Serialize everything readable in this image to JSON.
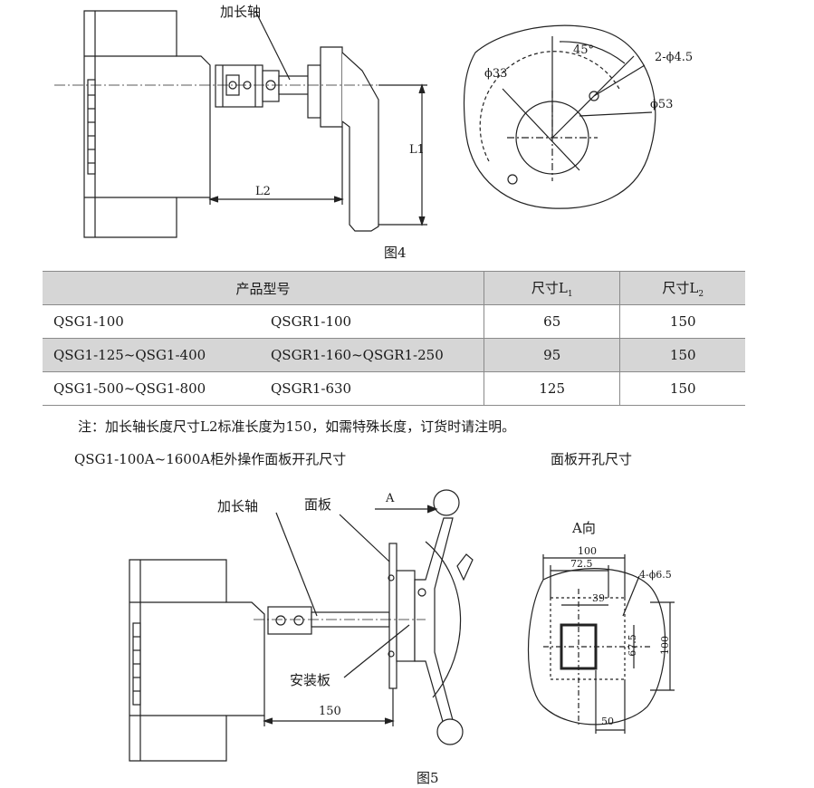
{
  "figure4": {
    "label_shaft": "加长轴",
    "label_L1": "L1",
    "label_L2": "L2",
    "label_45": "45°",
    "label_2phi45": "2-ϕ4.5",
    "label_phi33": "ϕ33",
    "label_phi53": "ϕ53",
    "caption": "图4"
  },
  "table": {
    "header": {
      "model": "产品型号",
      "l1": "尺寸L",
      "l1_sub": "1",
      "l2": "尺寸L",
      "l2_sub": "2"
    },
    "rows": [
      {
        "model_a": "QSG1-100",
        "model_b": "QSGR1-100",
        "l1": "65",
        "l2": "150"
      },
      {
        "model_a": "QSG1-125~QSG1-400",
        "model_b": "QSGR1-160~QSGR1-250",
        "l1": "95",
        "l2": "150"
      },
      {
        "model_a": "QSG1-500~QSG1-800",
        "model_b": "QSGR1-630",
        "l1": "125",
        "l2": "150"
      }
    ]
  },
  "note": "注：加长轴长度尺寸L2标准长度为150，如需特殊长度，订货时请注明。",
  "subtitle_left": "QSG1-100A~1600A柜外操作面板开孔尺寸",
  "subtitle_right": "面板开孔尺寸",
  "figure5": {
    "label_shaft": "加长轴",
    "label_panel": "面板",
    "label_A": "A",
    "label_mount": "安装板",
    "label_150": "150",
    "label_Adir": "A向",
    "dim_100_top": "100",
    "dim_725": "72.5",
    "dim_4phi65": "4-ϕ6.5",
    "dim_39": "39",
    "dim_675": "67.5",
    "dim_100_right": "100",
    "dim_50": "50",
    "caption": "图5"
  }
}
